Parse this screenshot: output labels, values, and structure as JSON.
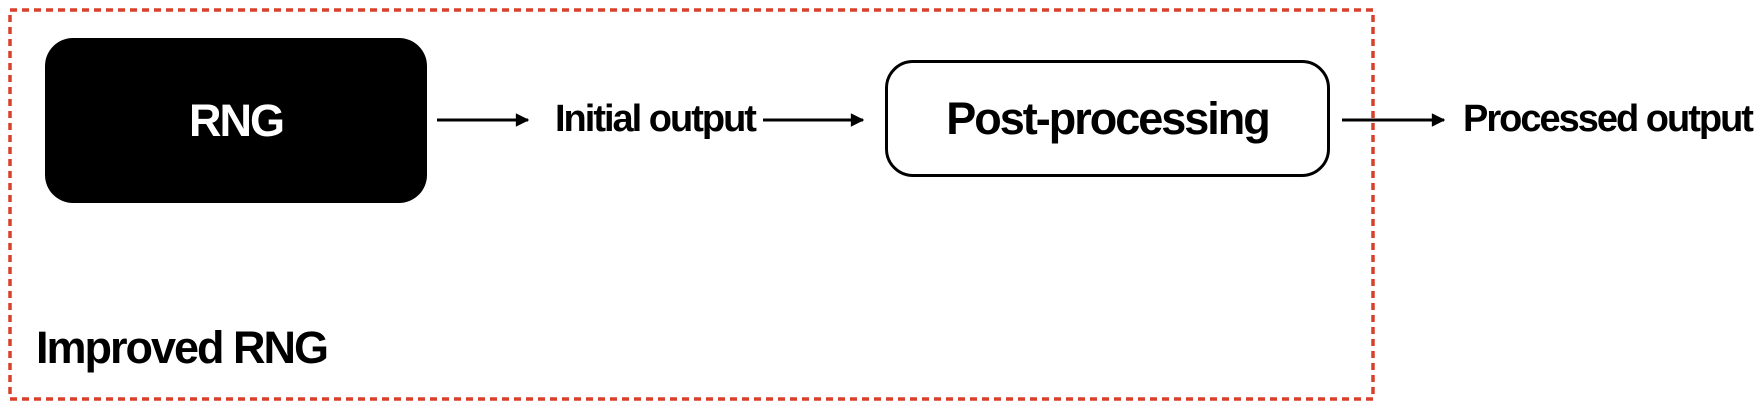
{
  "diagram": {
    "boundary_label": "Improved RNG",
    "nodes": [
      {
        "id": "rng",
        "label": "RNG",
        "fill": "#000000",
        "text_color": "#ffffff"
      },
      {
        "id": "post_processing",
        "label": "Post-processing",
        "fill": "#ffffff",
        "text_color": "#000000"
      }
    ],
    "edge_labels": {
      "initial_output": "Initial output",
      "processed_output": "Processed output"
    },
    "colors": {
      "boundary_red": "#d8402b",
      "arrow_black": "#000000",
      "background": "#ffffff"
    }
  }
}
